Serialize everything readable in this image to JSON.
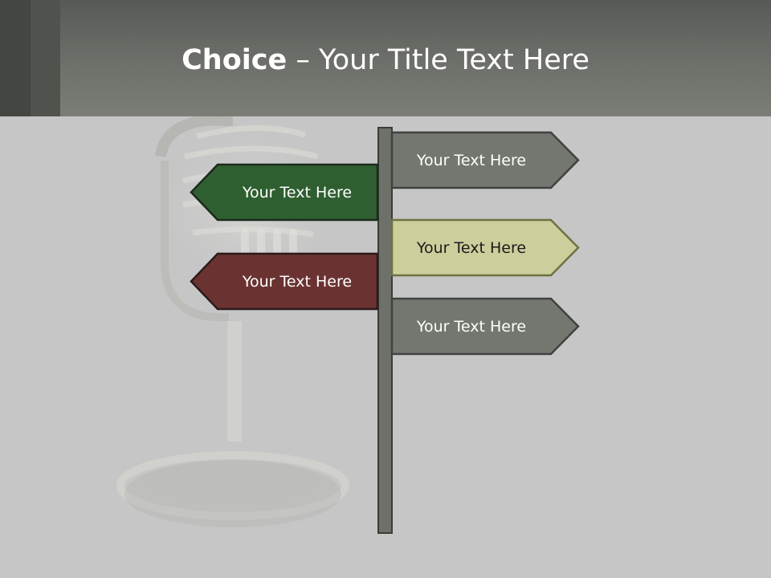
{
  "slide": {
    "title_bold": "Choice",
    "title_rest": " – Your Title Text Here"
  },
  "signs": [
    {
      "label": "Your Text Here",
      "direction": "right",
      "fill": "#737770",
      "text_color": "#ffffff"
    },
    {
      "label": "Your Text Here",
      "direction": "left",
      "fill": "#2f5f30",
      "text_color": "#ffffff"
    },
    {
      "label": "Your Text Here",
      "direction": "right",
      "fill": "#ccce9c",
      "text_color": "#1a1a1a"
    },
    {
      "label": "Your Text Here",
      "direction": "left",
      "fill": "#6a3332",
      "text_color": "#ffffff"
    },
    {
      "label": "Your Text Here",
      "direction": "right",
      "fill": "#737770",
      "text_color": "#ffffff"
    }
  ],
  "colors": {
    "header": "#6a6c67",
    "background": "#c6c6c6",
    "pole": "#6e7169",
    "outline": "#3a3c38"
  }
}
